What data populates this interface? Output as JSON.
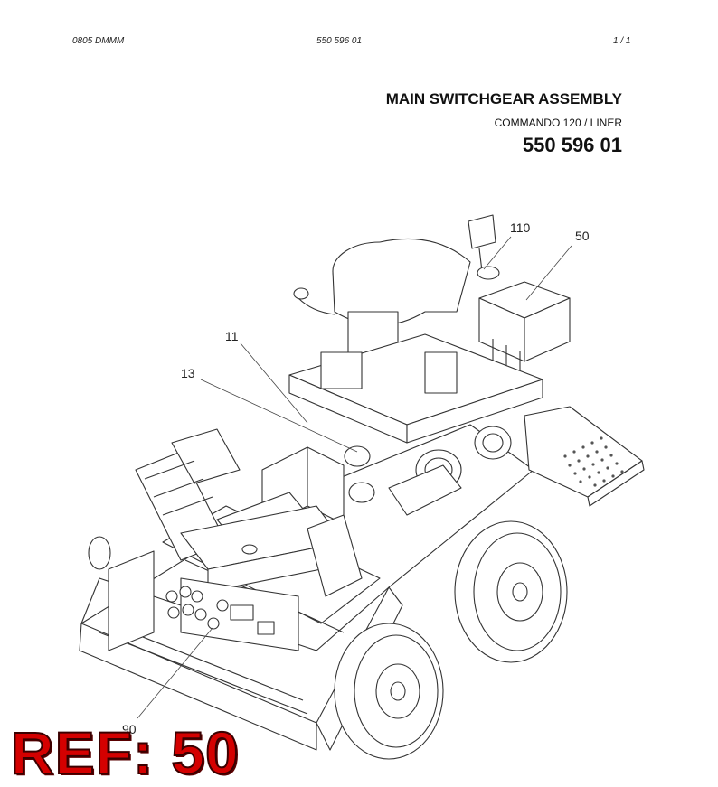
{
  "header": {
    "left": "0805 DMMM",
    "center": "550 596 01",
    "right": "1 /   1"
  },
  "title": "MAIN SWITCHGEAR ASSEMBLY",
  "subtitle": "COMMANDO 120 / LINER",
  "part_number": "550 596 01",
  "callouts": {
    "c110": "110",
    "c50": "50",
    "c11": "11",
    "c13": "13",
    "c90": "90"
  },
  "ref_badge": "REF: 50"
}
